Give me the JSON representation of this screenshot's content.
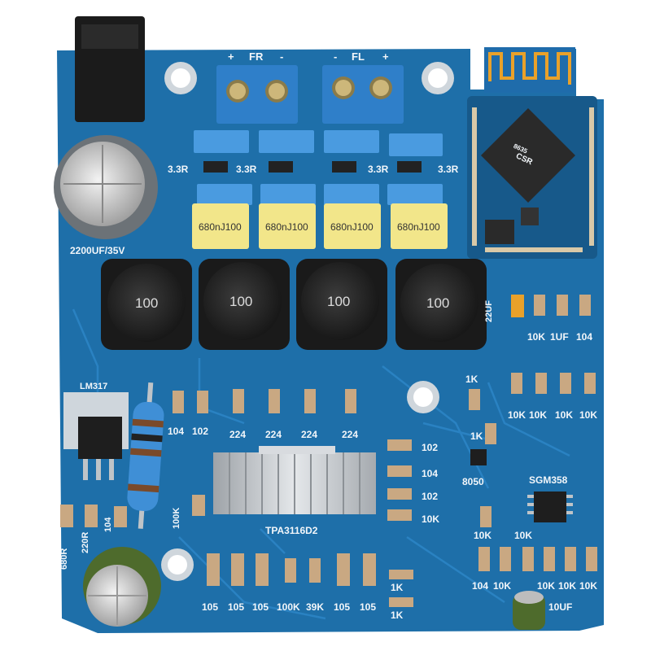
{
  "board": {
    "colors": {
      "pcb": "#1e6fa9",
      "pcb_dark": "#17598a",
      "trace": "#2a82c2",
      "silk": "#f2f6fa",
      "cap_box": "#f2e68a",
      "terminal": "#2f7fc9",
      "inductor": "#2b2b2b",
      "heatsink": "#c9ccd0",
      "resistor_body": "#3f8fd6",
      "antenna": "#e9a12a"
    },
    "terminal_labels": {
      "fr": "FR",
      "fr_plus": "+",
      "fr_minus": "-",
      "fl": "FL",
      "fl_minus": "-",
      "fl_plus": "+"
    },
    "resistor_labels": [
      "3.3R",
      "3.3R",
      "3.3R",
      "3.3R"
    ],
    "film_caps": [
      "680nJ100",
      "680nJ100",
      "680nJ100",
      "680nJ100"
    ],
    "inductors": [
      "100",
      "100",
      "100",
      "100"
    ],
    "bulk_cap": "2200UF/35V",
    "regulator": "LM317",
    "mid_caps": [
      "104",
      "102",
      "224",
      "224",
      "224",
      "224"
    ],
    "amp_chip": "TPA3116D2",
    "label_100k_left": "100K",
    "right_stack": [
      "102",
      "104",
      "102",
      "10K"
    ],
    "bottom_caps": [
      "105",
      "105",
      "105",
      "100K",
      "39K",
      "105",
      "105"
    ],
    "bottom_1k": [
      "1K",
      "1K"
    ],
    "left_bottom": [
      "680R",
      "220R",
      "104"
    ],
    "right_top": [
      "22UF",
      "10K",
      "1UF",
      "104"
    ],
    "right_mid_1k": "1K",
    "right_mid_row": [
      "10K",
      "10K",
      "10K",
      "10K"
    ],
    "right_1k_low": "1K",
    "transistor": "8050",
    "opamp": "SGM358",
    "right_lower_row": [
      "10K",
      "10K"
    ],
    "bottom_right_row": [
      "104",
      "10K",
      "10K",
      "10K",
      "10K"
    ],
    "small_cap": "10UF",
    "module_chip": [
      "CSR",
      "8635"
    ]
  }
}
